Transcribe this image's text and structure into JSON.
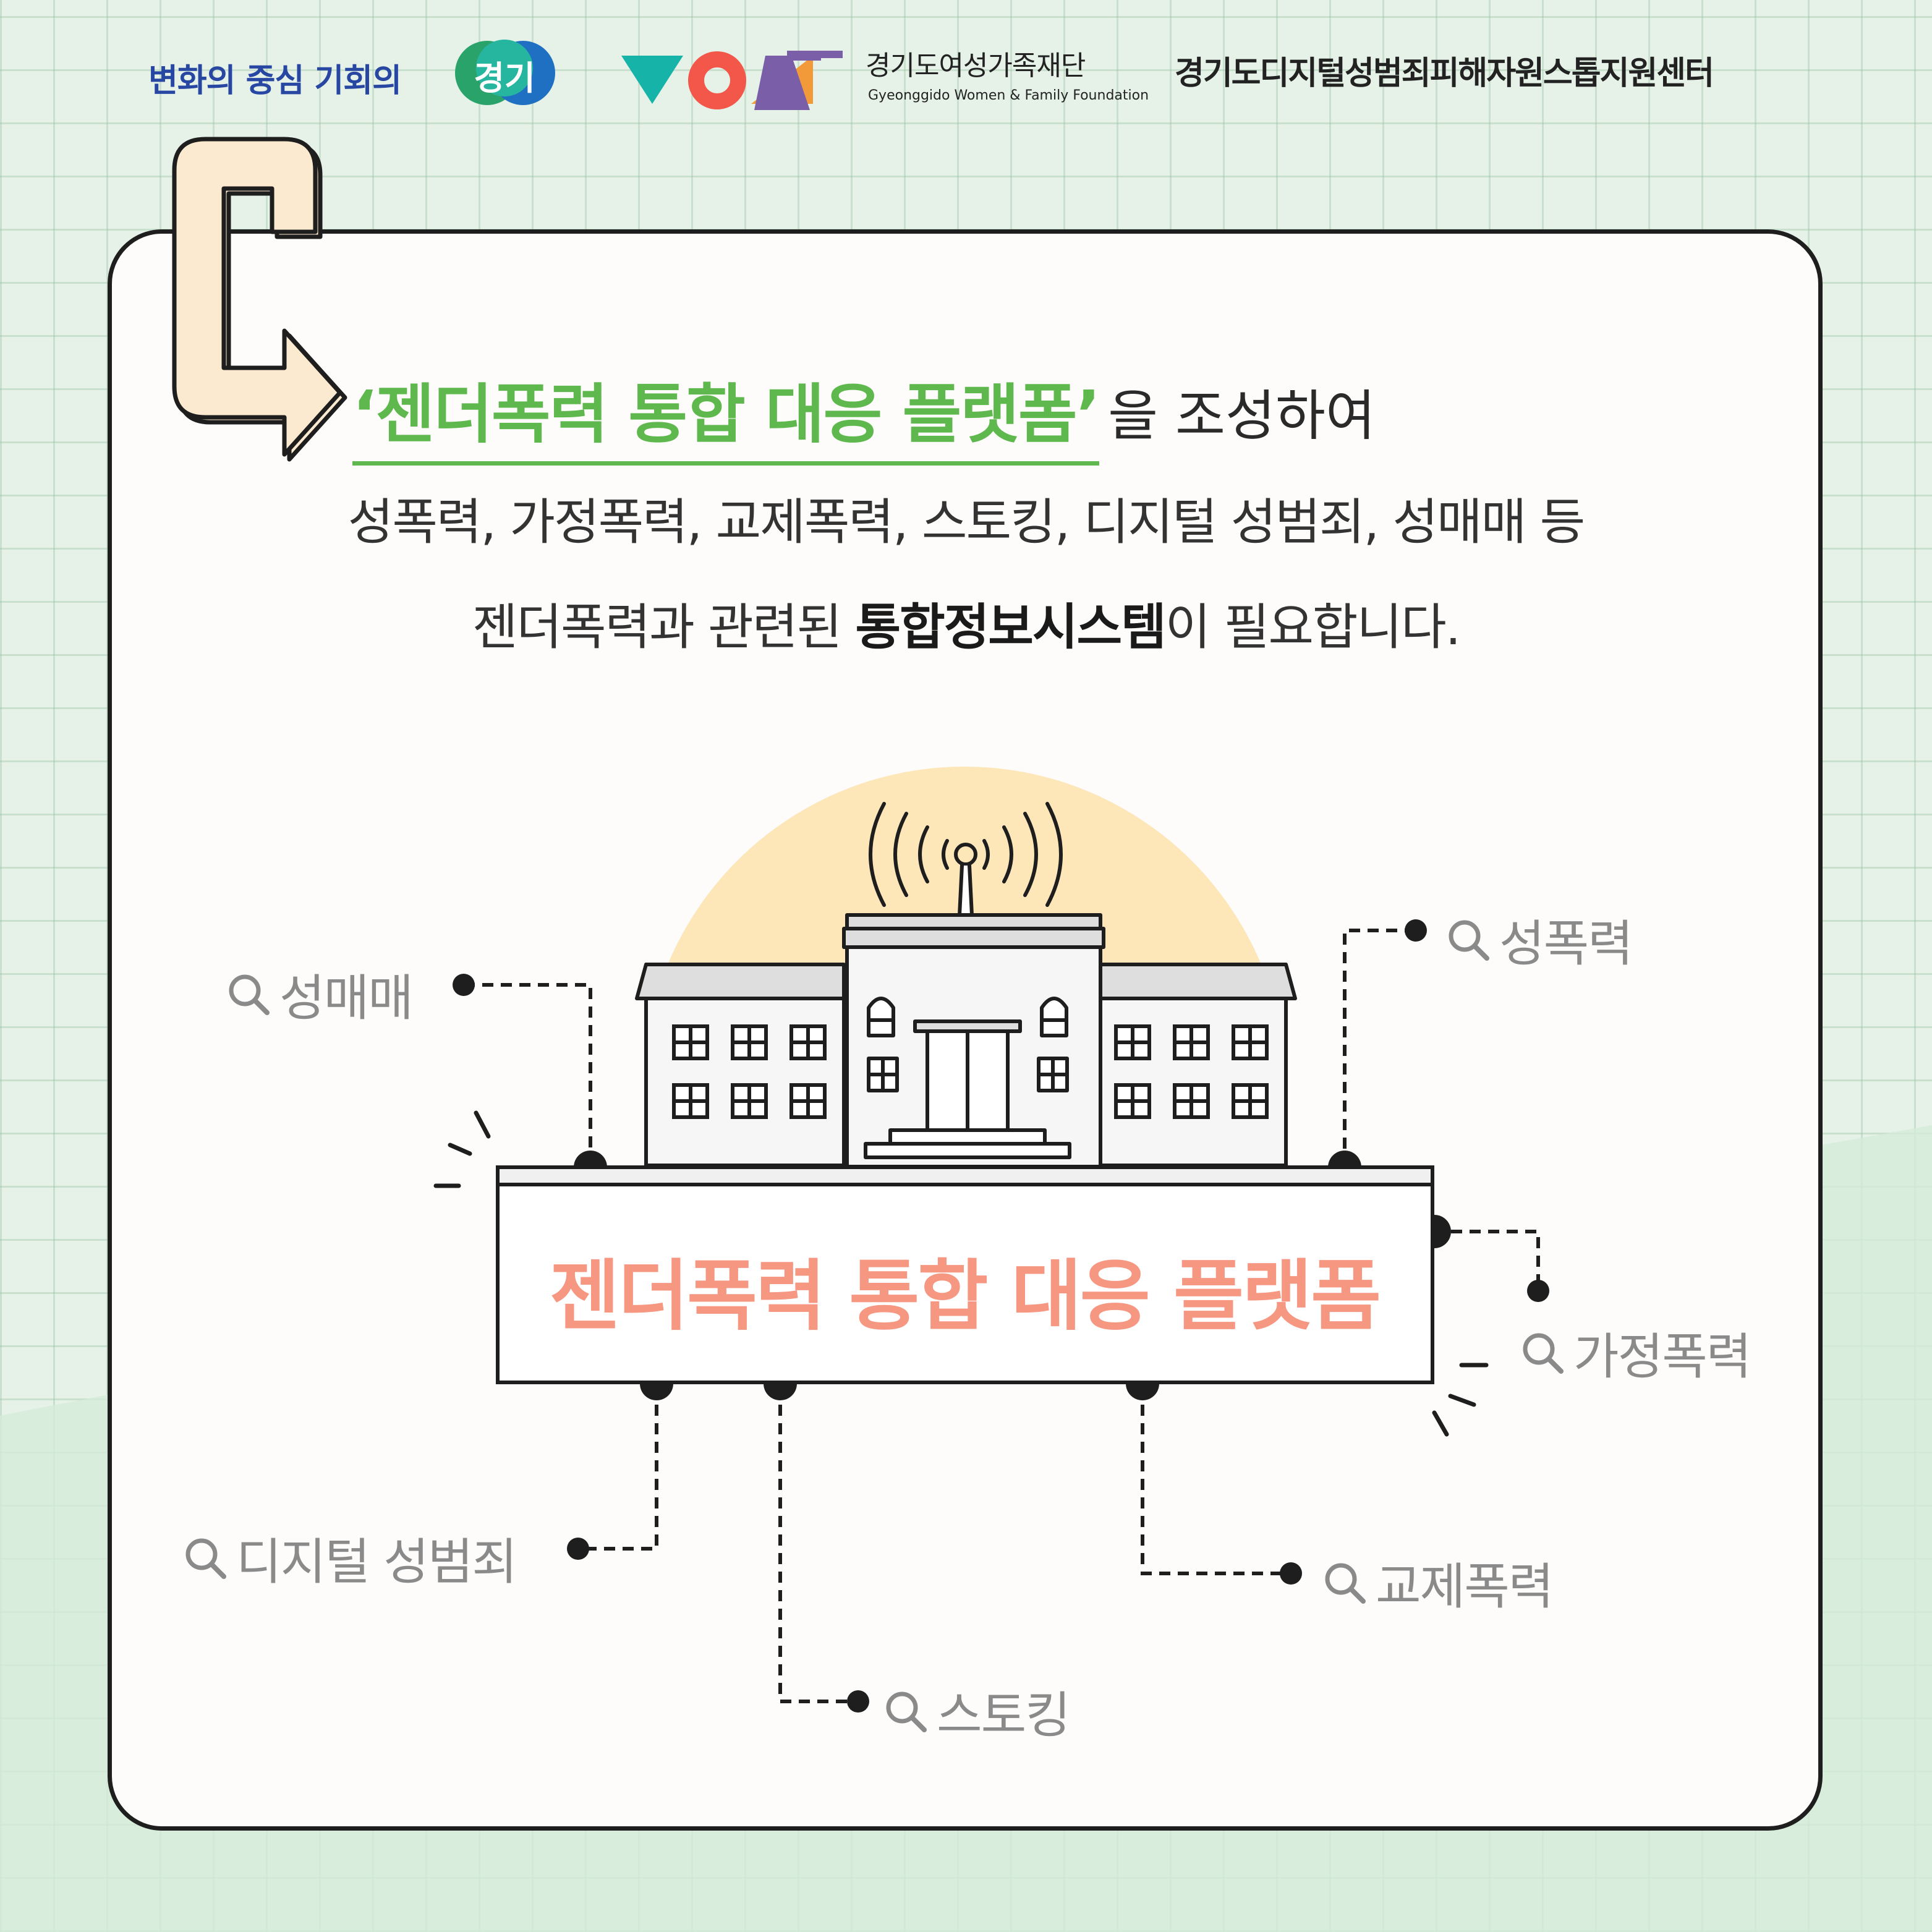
{
  "header": {
    "slogan": "변화의 중심 기회의",
    "slogan_badge": "경기",
    "foundation_name": "경기도여성가족재단",
    "foundation_name_en": "Gyeonggido Women & Family Foundation",
    "center_name": "경기도디지털성범죄피해자원스톱지원센터"
  },
  "colors": {
    "background": "#e6f2e8",
    "headline_green": "#5fb84e",
    "platform_coral": "#f69782",
    "sun_yellow": "#fde6b8",
    "slogan_blue": "#2747a3",
    "logo_teal": "#16b3a8",
    "logo_coral": "#f2574a",
    "logo_orange": "#f29a3a",
    "logo_purple": "#7a5ea8"
  },
  "headline": {
    "highlight": "‘젠더폭력 통합 대응 플랫폼’",
    "rest": "을 조성하여"
  },
  "body": {
    "line1": "성폭력, 가정폭력, 교제폭력, 스토킹, 디지털 성범죄, 성매매 등",
    "line2_pre": "젠더폭력과 관련된 ",
    "line2_bold": "통합정보시스템",
    "line2_post": "이 필요합니다."
  },
  "platform": {
    "label": "젠더폭력 통합 대응 플랫폼"
  },
  "tags": {
    "prostitution": "성매매",
    "sexual_violence": "성폭력",
    "domestic_violence": "가정폭력",
    "digital_sex_crime": "디지털 성범죄",
    "dating_violence": "교제폭력",
    "stalking": "스토킹"
  },
  "icons": {
    "search": "magnifier-icon",
    "antenna": "broadcast-antenna-icon",
    "arrow": "bent-arrow-icon"
  }
}
